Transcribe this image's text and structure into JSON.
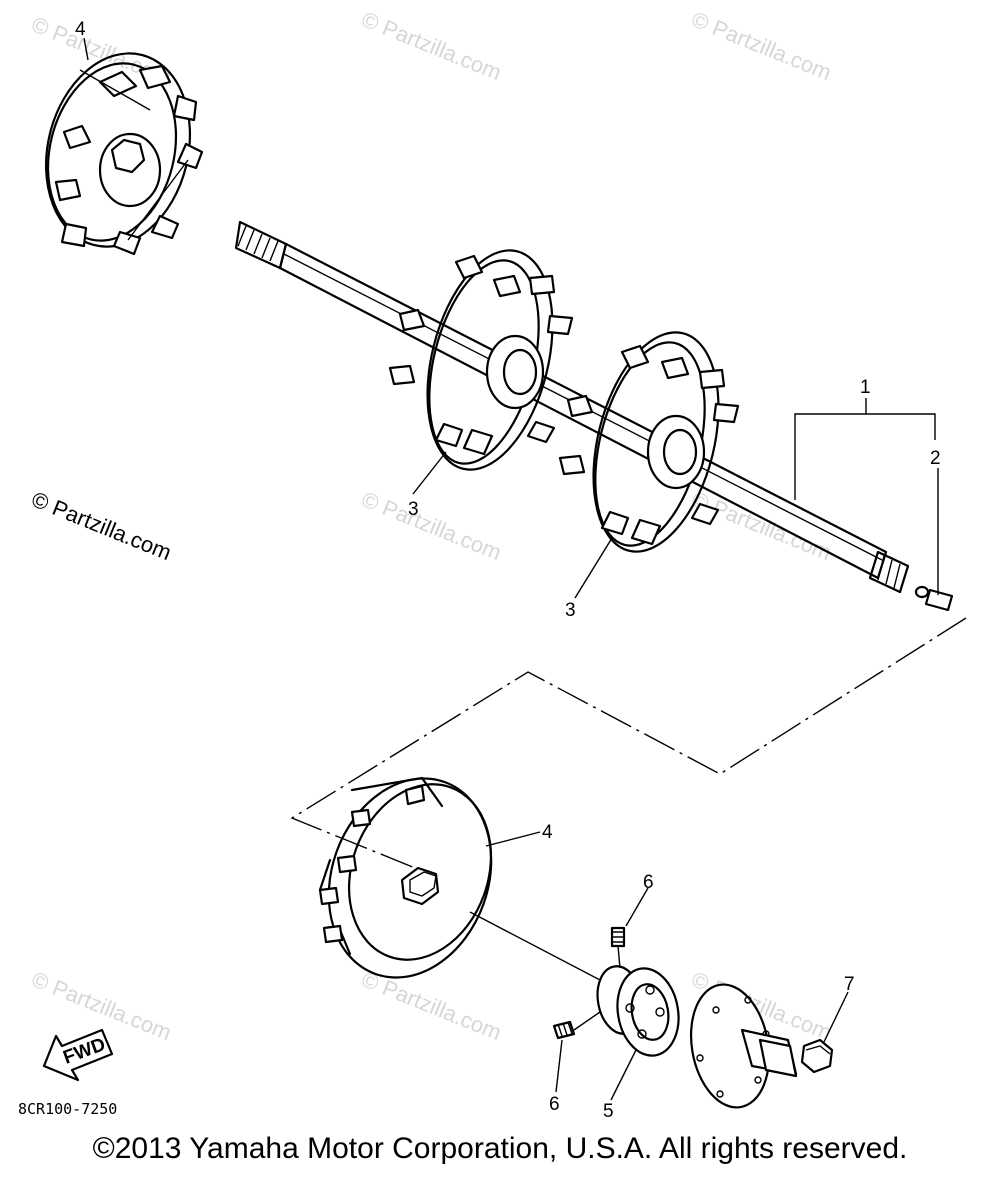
{
  "callouts": {
    "part_1": "1",
    "part_2": "2",
    "part_3_upper": "3",
    "part_3_lower": "3",
    "part_4_upper": "4",
    "part_4_lower": "4",
    "part_5": "5",
    "part_6_upper": "6",
    "part_6_lower": "6",
    "part_7": "7"
  },
  "watermark_text": "© Partzilla.com",
  "direction_label": "FWD",
  "diagram_code": "8CR100-7250",
  "copyright": "©2013 Yamaha Motor Corporation, U.S.A. All rights reserved."
}
